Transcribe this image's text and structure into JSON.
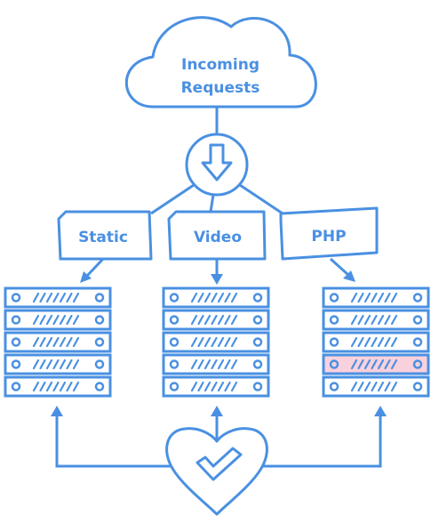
{
  "colors": {
    "primary": "#4a90e2",
    "fill": "#ffffff",
    "highlight": "#f9d1dc"
  },
  "cloud": {
    "line1": "Incoming",
    "line2": "Requests"
  },
  "router": {
    "icon": "arrow-down-icon"
  },
  "labels": {
    "static": "Static",
    "video": "Video",
    "php": "PHP"
  },
  "racks": [
    {
      "name": "static-rack",
      "slots": 5,
      "highlighted_slot": null
    },
    {
      "name": "video-rack",
      "slots": 5,
      "highlighted_slot": null
    },
    {
      "name": "php-rack",
      "slots": 5,
      "highlighted_slot": 4
    }
  ],
  "health_check": {
    "icon": "heart-check-icon"
  }
}
